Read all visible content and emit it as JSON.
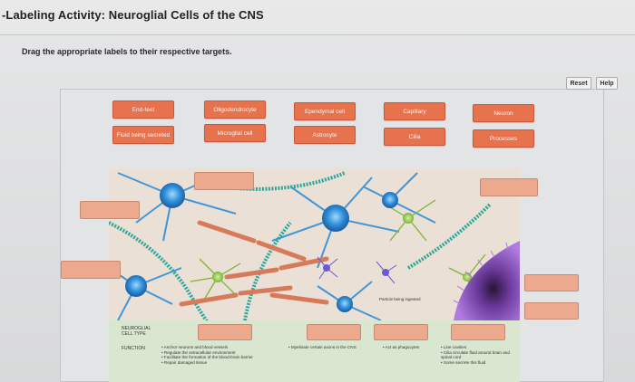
{
  "title": "-Labeling Activity: Neuroglial Cells of the CNS",
  "instruction": "Drag the appropriate labels to their respective targets.",
  "buttons": {
    "reset": "Reset",
    "help": "Help"
  },
  "labels": [
    {
      "text": "End-feet"
    },
    {
      "text": "Oligodendrocyte"
    },
    {
      "text": "Ependymal cell"
    },
    {
      "text": "Capillary"
    },
    {
      "text": "Neuron"
    },
    {
      "text": "Fluid being secreted"
    },
    {
      "text": "Microglial cell"
    },
    {
      "text": "Astrocyte"
    },
    {
      "text": "Cilia"
    },
    {
      "text": "Processes"
    }
  ],
  "image_caption": "Particle being ingested",
  "table": {
    "row1_label": "NEUROGLIAL CELL TYPE",
    "row2_label": "FUNCTION",
    "functions": [
      [
        "Anchor neurons and blood vessels",
        "Regulate the extracellular environment",
        "Facilitate the formation of the blood-brain barrier",
        "Repair damaged tissue"
      ],
      [
        "Myelinate certain axons in the CNS"
      ],
      [
        "Act as phagocytes"
      ],
      [
        "Line cavities",
        "Cilia circulate fluid around brain and spinal cord",
        "Some secrete this fluid"
      ]
    ]
  },
  "colors": {
    "label_bg": "#e6734d",
    "drop_bg": "#eca98e",
    "neuron_blue": "#2f8fd8",
    "ependymal_purple": "#8a4fc4",
    "capillary_teal": "#2aa79a"
  }
}
